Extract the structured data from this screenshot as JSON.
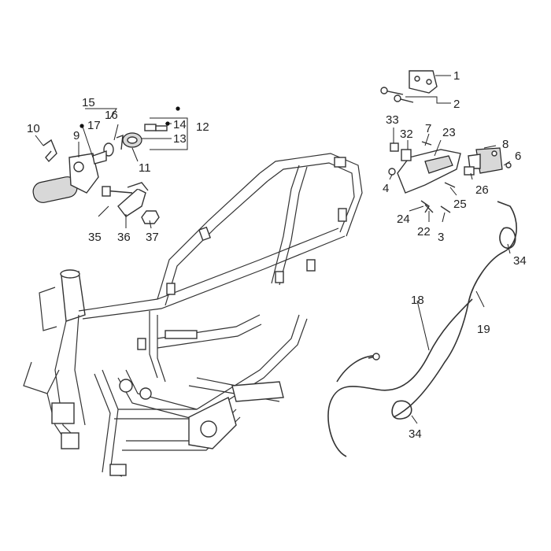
{
  "labels": {
    "l1": "1",
    "l2": "2",
    "l3": "3",
    "l4": "4",
    "l6": "6",
    "l7": "7",
    "l8": "8",
    "l9": "9",
    "l10": "10",
    "l11": "11",
    "l12": "12",
    "l13": "13",
    "l14": "14",
    "l15": "15",
    "l16": "16",
    "l17": "17",
    "l18": "18",
    "l19": "19",
    "l22": "22",
    "l23": "23",
    "l24": "24",
    "l25": "25",
    "l26": "26",
    "l32": "32",
    "l33": "33",
    "l34a": "34",
    "l34b": "34",
    "l35": "35",
    "l36": "36",
    "l37": "37"
  },
  "colors": {
    "line": "#333333",
    "background": "#ffffff"
  }
}
